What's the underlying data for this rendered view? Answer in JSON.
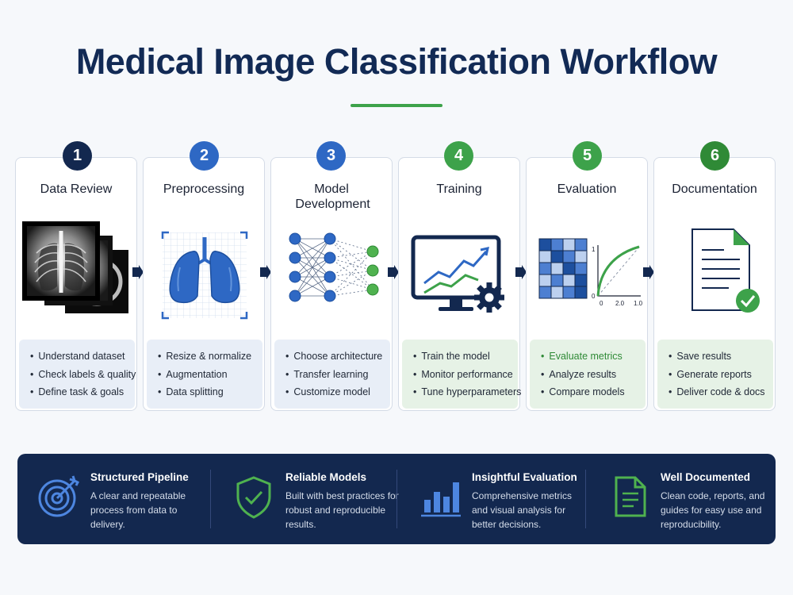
{
  "page": {
    "title": "Medical Image Classification Workflow"
  },
  "colors": {
    "navy": "#13284f",
    "blue": "#2e68c4",
    "green": "#3da24a",
    "blue_panel": "#e8eef7",
    "green_panel": "#e6f2e6"
  },
  "steps": [
    {
      "number": "1",
      "title": "Data Review",
      "icon": "xray-stack-icon",
      "items": [
        "Understand dataset",
        "Check labels & quality",
        "Define task & goals"
      ]
    },
    {
      "number": "2",
      "title": "Preprocessing",
      "icon": "lungs-icon",
      "items": [
        "Resize & normalize",
        "Augmentation",
        "Data splitting"
      ]
    },
    {
      "number": "3",
      "title": "Model Development",
      "icon": "neural-network-icon",
      "items": [
        "Choose architecture",
        "Transfer learning",
        "Customize model"
      ]
    },
    {
      "number": "4",
      "title": "Training",
      "icon": "monitor-chart-gear-icon",
      "items": [
        "Train the model",
        "Monitor performance",
        "Tune hyperparameters"
      ]
    },
    {
      "number": "5",
      "title": "Evaluation",
      "icon": "confusion-matrix-roc-icon",
      "items": [
        "Evaluate metrics",
        "Analyze results",
        "Compare models"
      ],
      "roc_axis": {
        "y_top": "1",
        "y_bottom": "0",
        "x_ticks": [
          "0",
          "2.0",
          "1.0"
        ]
      }
    },
    {
      "number": "6",
      "title": "Documentation",
      "icon": "document-check-icon",
      "items": [
        "Save results",
        "Generate reports",
        "Deliver code & docs"
      ]
    }
  ],
  "features": [
    {
      "icon": "target-icon",
      "title": "Structured Pipeline",
      "description": "A clear and repeatable process from data to delivery."
    },
    {
      "icon": "shield-check-icon",
      "title": "Reliable Models",
      "description": "Built with best practices for robust and reproducible results."
    },
    {
      "icon": "bar-chart-icon",
      "title": "Insightful Evaluation",
      "description": "Comprehensive metrics and visual analysis for better decisions."
    },
    {
      "icon": "document-icon",
      "title": "Well Documented",
      "description": "Clean code, reports, and guides for easy use and reproducibility."
    }
  ]
}
